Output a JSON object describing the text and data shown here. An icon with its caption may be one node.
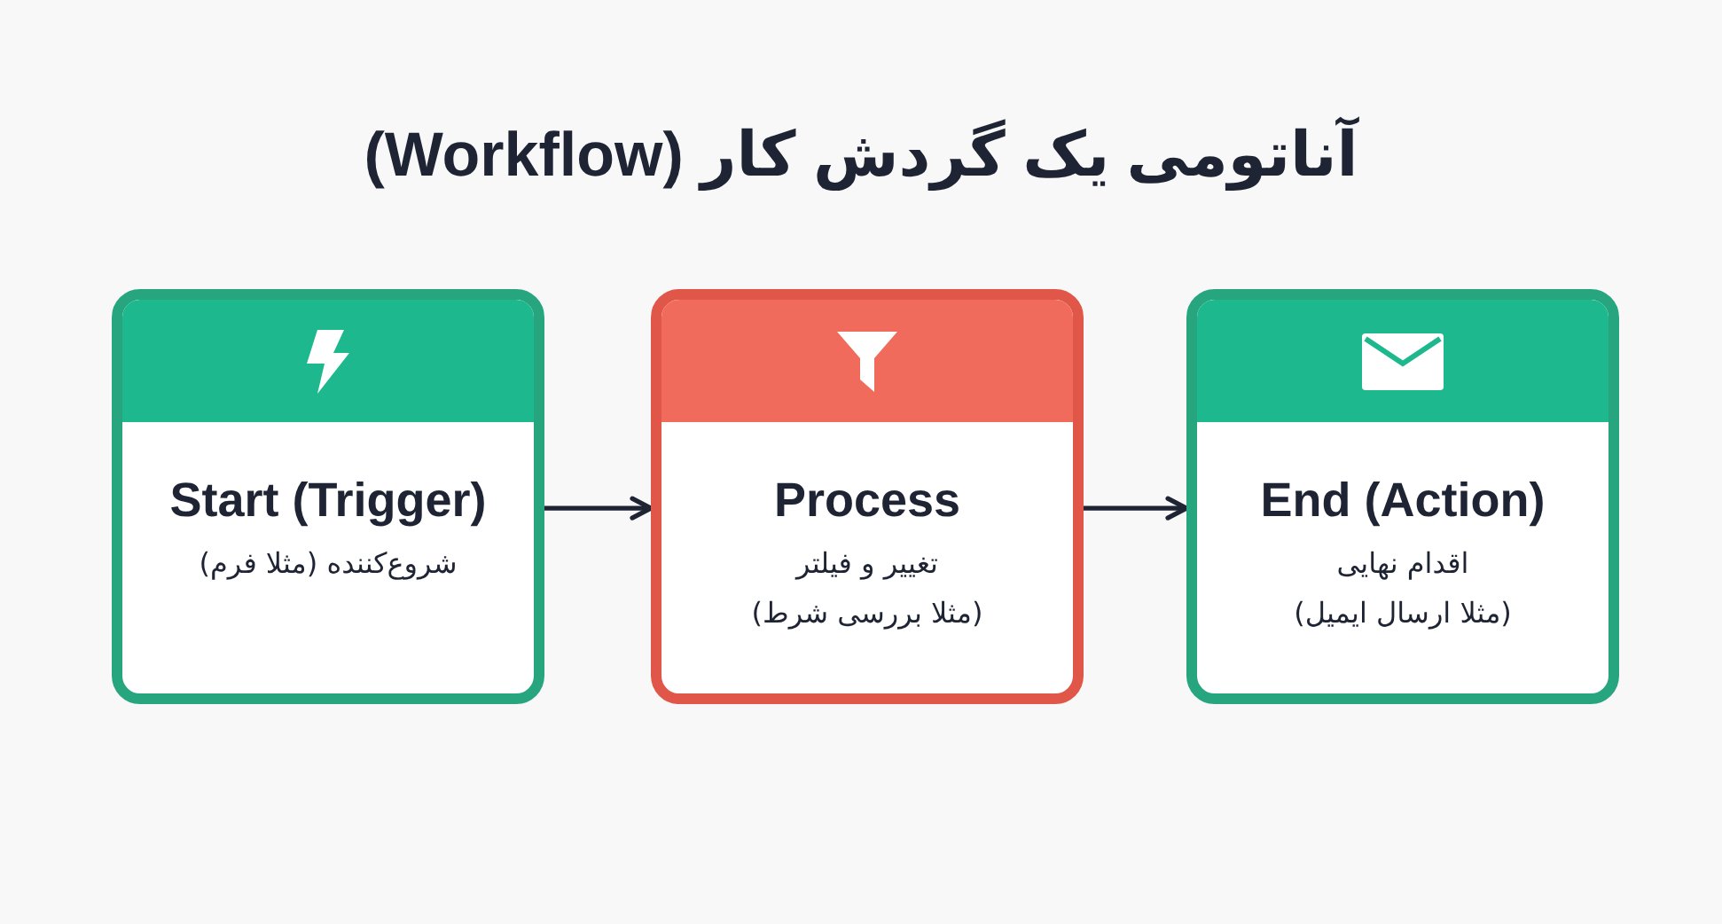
{
  "diagram": {
    "title": "آناتومی یک گردش کار (Workflow)",
    "nodes": [
      {
        "text": [
          "Start (Trigger)",
          "شروع‌کننده (مثلا فرم)"
        ]
      },
      {
        "text": [
          "Process",
          "تغییر و فیلتر (مثلا بررسی شرط)"
        ]
      },
      {
        "text": [
          "End (Action)",
          "اقدام نهایی (مثلا ارسال ایمیل)"
        ]
      }
    ],
    "edges": [
      {
        "from": 0,
        "to": 1,
        "arrow": "to"
      },
      {
        "from": 1,
        "to": 2,
        "arrow": "to"
      }
    ]
  }
}
